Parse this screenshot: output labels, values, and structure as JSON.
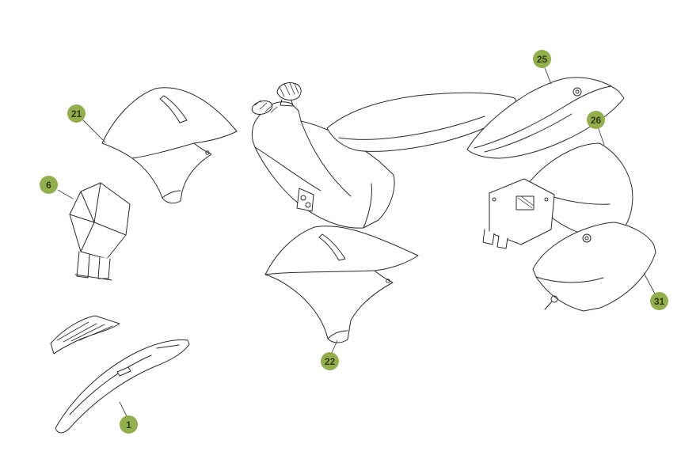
{
  "page": {
    "background_color": "#ffffff",
    "line_color": "#2a2a2a"
  },
  "diagram": {
    "callout_fill_color": "#93ae4e",
    "callout_text_color": "#2f3a10",
    "callouts": [
      {
        "label": "21",
        "part": "left-radiator-shroud"
      },
      {
        "label": "6",
        "part": "front-number-plate"
      },
      {
        "label": "1",
        "part": "front-fender"
      },
      {
        "label": "22",
        "part": "right-radiator-shroud"
      },
      {
        "label": "25",
        "part": "rear-side-panel"
      },
      {
        "label": "26",
        "part": "rear-fender"
      },
      {
        "label": "31",
        "part": "side-number-plate"
      }
    ]
  }
}
